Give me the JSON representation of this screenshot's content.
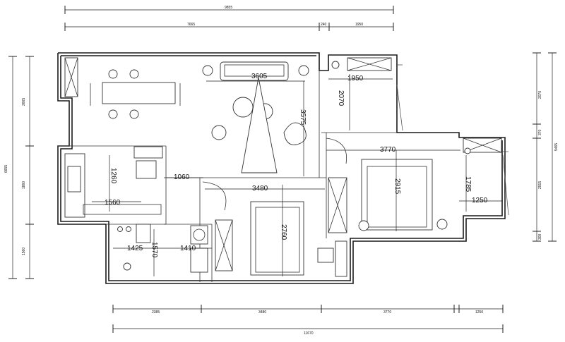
{
  "dims": {
    "top_total": "9855",
    "top_a": "7665",
    "top_b": "240",
    "top_c": "1950",
    "bottom_total": "11670",
    "bottom_a": "2385",
    "bottom_b": "3480",
    "bottom_c": "3770",
    "bottom_d": "1250",
    "left_total": "6655",
    "left_a": "2665",
    "left_b": "1860",
    "left_c": "1560",
    "right_total": "5465",
    "right_a": "2070",
    "right_b": "370",
    "right_c": "2915",
    "right_d": "300"
  },
  "rooms": {
    "living_w": "3605",
    "living_h": "3575",
    "balcony_top_w": "1950",
    "balcony_top_h": "2070",
    "bedroom_a_w": "3770",
    "bedroom_a_h": "2915",
    "balcony_right_w": "1250",
    "balcony_right_h": "1785",
    "kitchen_h": "1260",
    "kitchen_w": "1560",
    "hall_w": "1060",
    "bedroom_b_w": "3480",
    "bedroom_b_h": "2760",
    "bath_w": "1425",
    "bath_h": "1570",
    "laundry_w": "1410"
  }
}
